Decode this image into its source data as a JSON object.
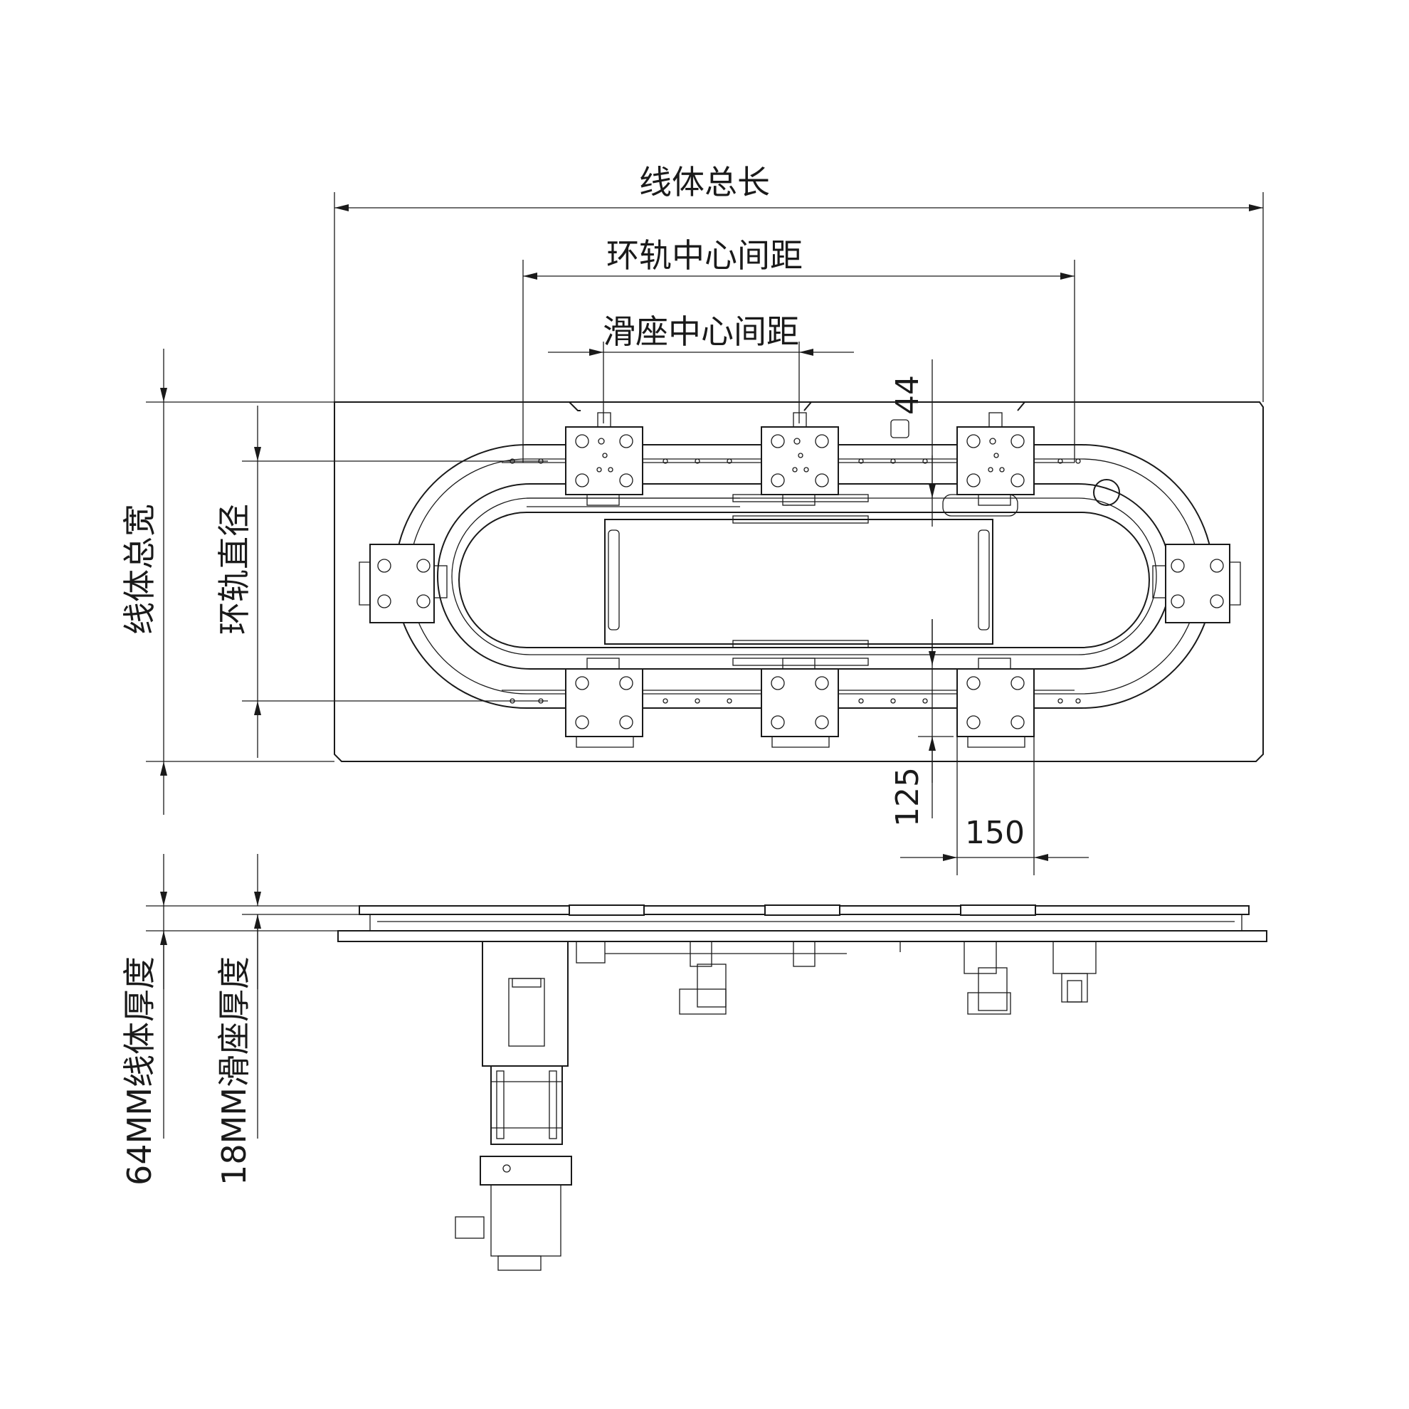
{
  "labels": {
    "total_length": "线体总长",
    "ring_center_distance": "环轨中心间距",
    "slider_center_distance": "滑座中心间距",
    "total_width": "线体总宽",
    "ring_diameter": "环轨直径",
    "line_thickness": "64MM线体厚度",
    "slider_thickness": "18MM滑座厚度"
  },
  "dimensions": {
    "d44": "44",
    "d125": "125",
    "d150": "150"
  },
  "colors": {
    "line": "#1a1a1a",
    "background": "#ffffff"
  }
}
